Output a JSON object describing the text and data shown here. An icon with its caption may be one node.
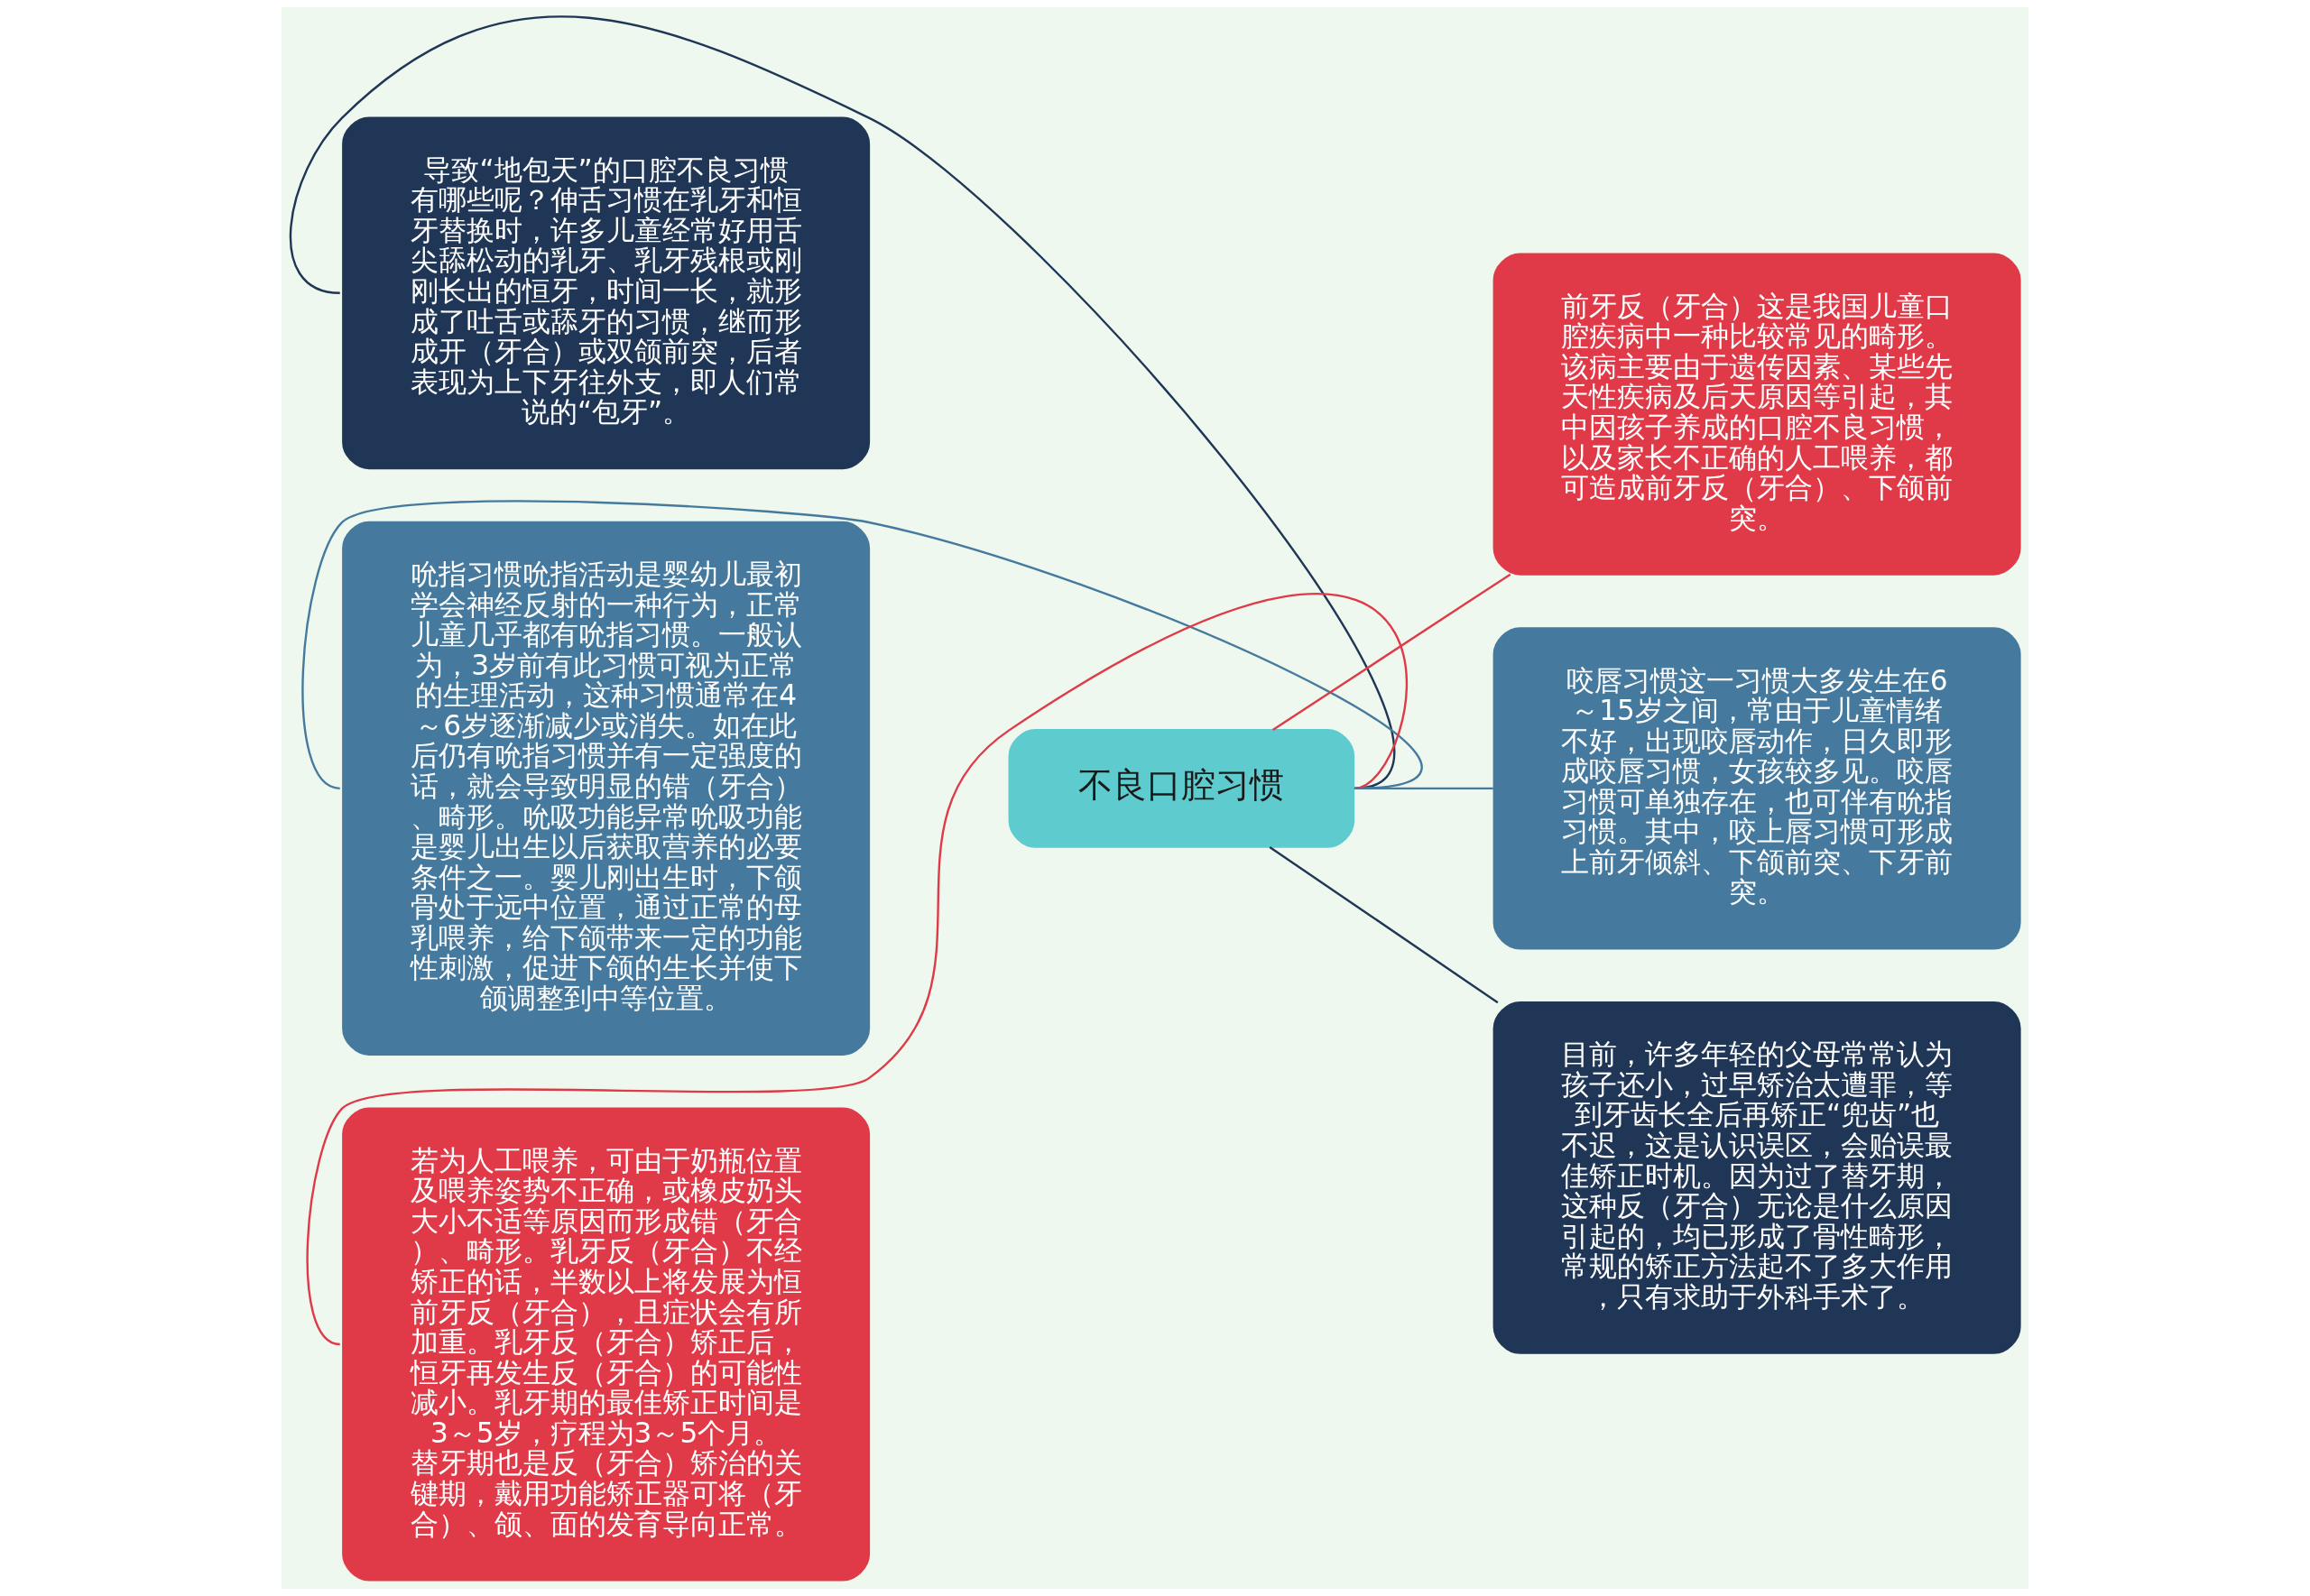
{
  "diagram": {
    "nodes": [
      {
        "text": [
          "不良口腔习惯"
        ]
      },
      {
        "text": [
          "导致“地包天”的口腔不良习惯有哪些呢？伸舌习惯在乳牙和恒牙替换时，许多儿童经常好用舌尖舔松动的乳牙、乳牙残根或刚刚长出的恒牙，时间一长，就形成了吐舌或舔牙的习惯，继而形成开（牙合）或双颌前突，后者表现为上下牙往外支，即人们常说的“包牙”。"
        ]
      },
      {
        "text": [
          "吮指习惯吮指活动是婴幼儿最初学会神经反射的一种行为，正常儿童几乎都有吮指习惯。一般认为，3岁前有此习惯可视为正常的生理活动，这种习惯通常在4～6岁逐渐减少或消失。如在此后仍有吮指习惯并有一定强度的话，就会导致明显的错（牙合）、畸形。吮吸功能异常吮吸功能是婴儿出生以后获取营养的必要条件之一。婴儿刚出生时，下颌骨处于远中位置，通过正常的母乳喂养，给下颌带来一定的功能性刺激，促进下颌的生长并使下颌调整到中等位置。"
        ]
      },
      {
        "text": [
          "若为人工喂养，可由于奶瓶位置及喂养姿势不正确，或橡皮奶头大小不适等原因而形成错（牙合）、畸形。乳牙反（牙合）不经矫正的话，半数以上将发展为恒前牙反（牙合），且症状会有所加重。乳牙反（牙合）矫正后，恒牙再发生反（牙合）的可能性减小。乳牙期的最佳矫正时间是3～5岁，疗程为3～5个月。替牙期也是反（牙合）矫治的关键期，戴用功能矫正器可将（牙合）、颌、面的发育导向正常。"
        ]
      },
      {
        "text": [
          "前牙反（牙合）这是我国儿童口腔疾病中一种比较常见的畸形。该病主要由于遗传因素、某些先天性疾病及后天原因等引起，其中因孩子养成的口腔不良习惯，以及家长不正确的人工喂养，都可造成前牙反（牙合）、下颌前突。"
        ]
      },
      {
        "text": [
          "咬唇习惯这一习惯大多发生在6～15岁之间，常由于儿童情绪不好，出现咬唇动作，日久即形成咬唇习惯，女孩较多见。咬唇习惯可单独存在，也可伴有吮指习惯。其中，咬上唇习惯可形成上前牙倾斜、下颌前突、下牙前突。"
        ]
      },
      {
        "text": [
          "目前，许多年轻的父母常常认为孩子还小，过早矫治太遭罪，等到牙齿长全后再矫正“兜齿”也不迟，这是认识误区，会贻误最佳矫正时机。因为过了替牙期，这种反（牙合）无论是什么原因引起的，均已形成了骨性畸形，常规的矫正方法起不了多大作用，只有求助于外科手术了。"
        ]
      }
    ],
    "edges": [
      {
        "from": 0,
        "to": 1,
        "arrow": "none",
        "color": "#1f3656"
      },
      {
        "from": 0,
        "to": 2,
        "arrow": "none",
        "color": "#457a9e"
      },
      {
        "from": 0,
        "to": 3,
        "arrow": "none",
        "color": "#e03a48"
      },
      {
        "from": 0,
        "to": 4,
        "arrow": "none",
        "color": "#e03a48"
      },
      {
        "from": 0,
        "to": 5,
        "arrow": "none",
        "color": "#457a9e"
      },
      {
        "from": 0,
        "to": 6,
        "arrow": "none",
        "color": "#1f3656"
      }
    ]
  }
}
